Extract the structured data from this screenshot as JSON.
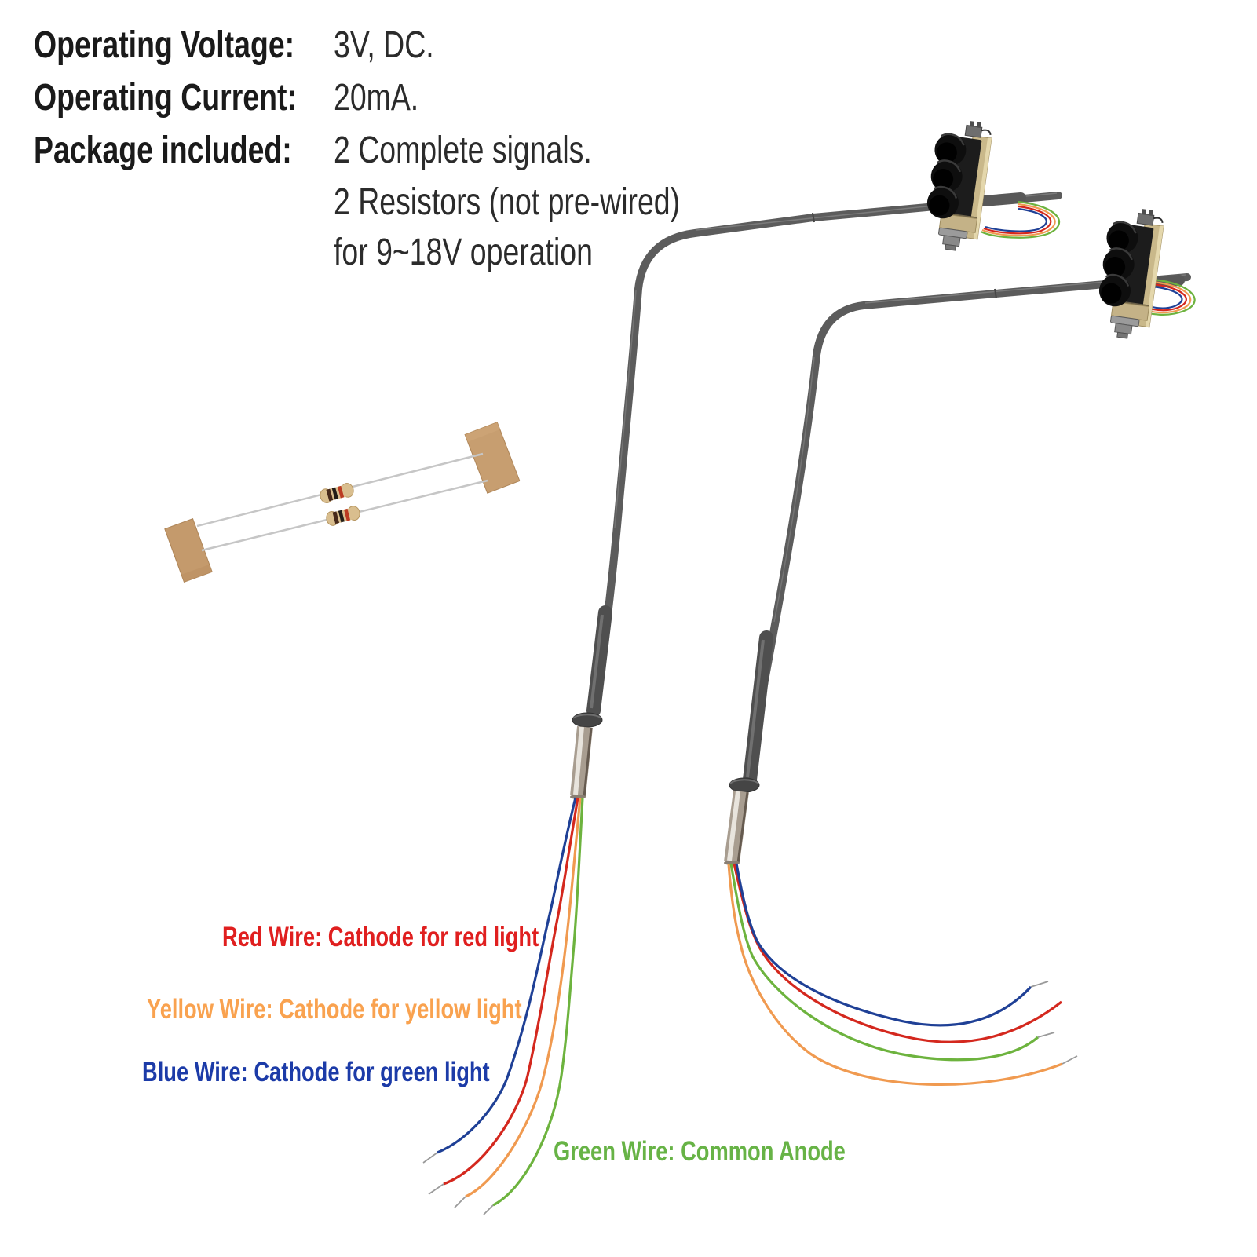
{
  "specs": {
    "lines": [
      {
        "label": "Operating Voltage:",
        "value": "3V, DC."
      },
      {
        "label": "Operating Current:",
        "value": "20mA."
      },
      {
        "label": "Package included:",
        "value": "2 Complete signals."
      },
      {
        "label": "",
        "value": "2 Resistors (not pre-wired)"
      },
      {
        "label": "",
        "value": "for 9~18V operation"
      }
    ]
  },
  "wire_labels": {
    "red": {
      "text": "Red Wire: Cathode for red light",
      "color": "#e01f1f"
    },
    "yellow": {
      "text": "Yellow Wire: Cathode for yellow light",
      "color": "#f9a24f"
    },
    "blue": {
      "text": "Blue Wire: Cathode for green light",
      "color": "#1c3ba8"
    },
    "green": {
      "text": "Green Wire: Common Anode",
      "color": "#67b346"
    }
  },
  "illustration": {
    "wire_colors": {
      "blue": "#1f4096",
      "red": "#d4281e",
      "orange": "#f09a50",
      "green": "#6db33e"
    },
    "pole_color": "#5c5c5c",
    "signal_board_color": "#c9b88a",
    "tape_color": "#c79e70",
    "resistor_body_color": "#d9be8e",
    "metal_tip_color": "#a89d90"
  }
}
